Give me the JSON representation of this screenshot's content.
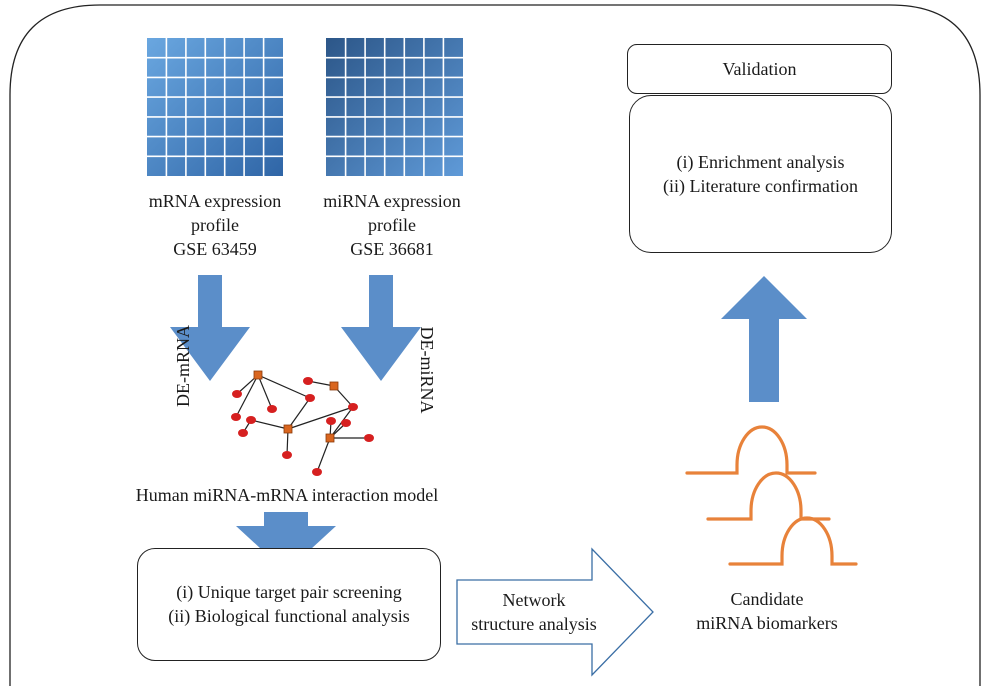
{
  "profiles": {
    "mrna": {
      "line1": "mRNA expression",
      "line2": "profile",
      "line3": "GSE 63459",
      "arrow_label": "DE-mRNA"
    },
    "mirna": {
      "line1": "miRNA expression",
      "line2": "profile",
      "line3": "GSE 36681",
      "arrow_label": "DE-miRNA"
    }
  },
  "network": {
    "caption": "Human miRNA-mRNA interaction model"
  },
  "screening": {
    "item1": "(i) Unique target pair screening",
    "item2": "(ii) Biological functional analysis"
  },
  "network_arrow": {
    "line1": "Network",
    "line2": "structure analysis"
  },
  "candidate": {
    "line1": "Candidate",
    "line2": "miRNA biomarkers"
  },
  "validation": {
    "title": "Validation",
    "item1": "(i) Enrichment analysis",
    "item2": "(ii) Literature confirmation"
  },
  "colors": {
    "arrow_blue": "#5b8ec9",
    "grid_mrna": "#4a86c8",
    "grid_mirna": "#3a6ea5",
    "peak_orange": "#e8823a",
    "node_red": "#d62020",
    "node_orange": "#d9661f"
  }
}
